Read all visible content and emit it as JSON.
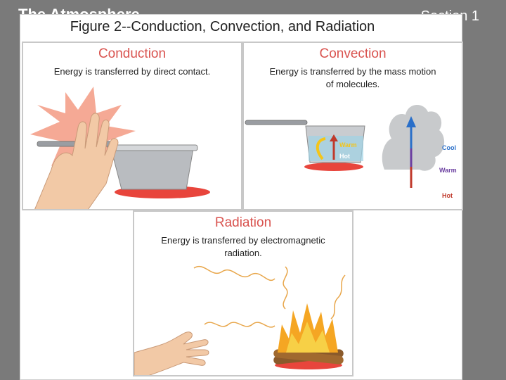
{
  "slide": {
    "title": "The Atmosphere",
    "section": "Section 1"
  },
  "figure": {
    "title": "Figure 2--Conduction, Convection, and Radiation"
  },
  "panels": {
    "conduction": {
      "title": "Conduction",
      "description": "Energy is transferred by direct contact."
    },
    "convection": {
      "title": "Convection",
      "description_line1": "Energy is transferred by the mass motion",
      "description_line2": "of molecules.",
      "labels": {
        "warm_pot": "Warm",
        "hot_pot": "Hot",
        "cool": "Cool",
        "warm": "Warm",
        "hot": "Hot"
      }
    },
    "radiation": {
      "title": "Radiation",
      "description_line1": "Energy is transferred by electromagnetic",
      "description_line2": "radiation."
    }
  },
  "colors": {
    "title_red": "#d9534f",
    "burner": "#e8453c",
    "flame": "#f5a623",
    "arrow_blue": "#2a6fc9",
    "arrow_red": "#c0392b"
  }
}
